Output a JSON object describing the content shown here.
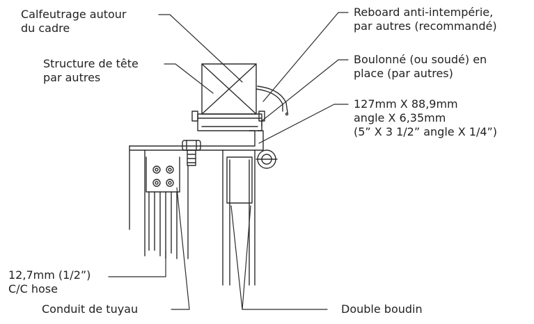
{
  "colors": {
    "ink": "#2b2b2b",
    "text": "#222222",
    "background": "#ffffff"
  },
  "labels": {
    "calfeutrage": {
      "line1": "Calfeutrage autour",
      "line2": "du cadre"
    },
    "structure": {
      "line1": "Structure de tête",
      "line2": "par autres"
    },
    "reboard": {
      "line1": "Reboard anti-intempérie,",
      "line2": "par autres (recommandé)"
    },
    "boulonne": {
      "line1": "Boulonné (ou soudé) en",
      "line2": "place (par autres)"
    },
    "angle": {
      "line1": "127mm X 88,9mm",
      "line2": "angle X 6,35mm",
      "line3": "(5” X 3 1/2” angle X 1/4”)"
    },
    "hose": {
      "line1": "12,7mm (1/2”)",
      "line2": "C/C hose"
    },
    "conduit": {
      "line1": "Conduit de tuyau"
    },
    "boudin": {
      "line1": "Double boudin"
    }
  }
}
